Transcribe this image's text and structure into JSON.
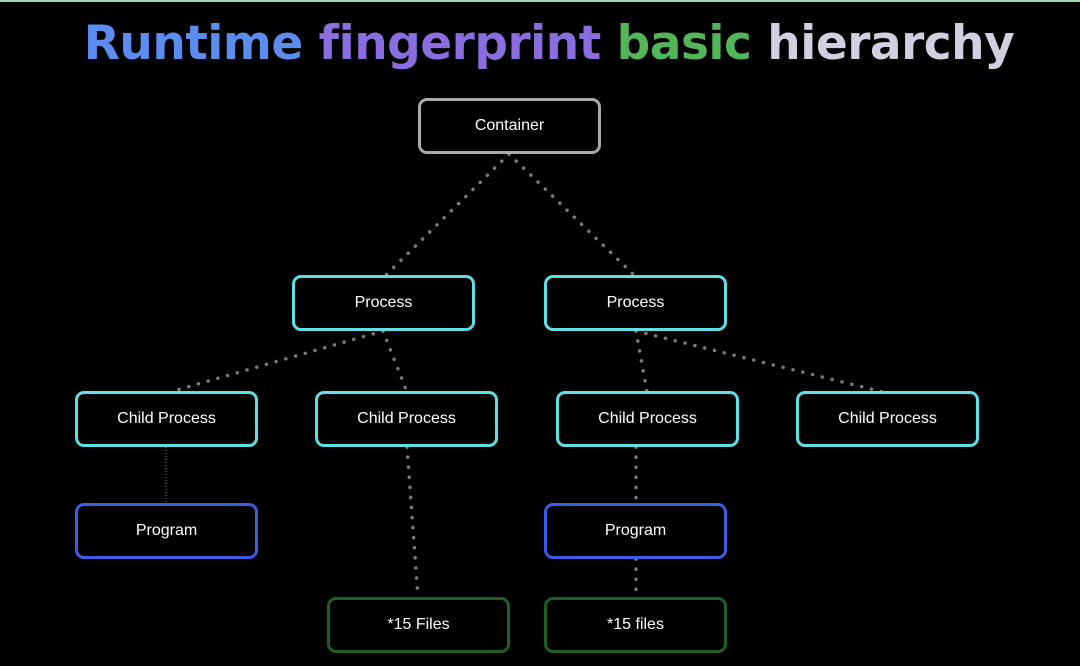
{
  "title": {
    "words": [
      {
        "text": "Runtime",
        "color": "#5b8cf0"
      },
      {
        "text": "fingerprint",
        "color": "#8a6ee0"
      },
      {
        "text": "basic",
        "color": "#52b558"
      },
      {
        "text": "hierarchy",
        "color": "#d4cfe0"
      }
    ]
  },
  "colors": {
    "container_border": "#a9a9a9",
    "process_border": "#5ee0e4",
    "program_border": "#3c5de6",
    "files_border": "#1f5f24",
    "edge": "#7a7a7a",
    "background": "#000000"
  },
  "nodes": {
    "container": "Container",
    "process_left": "Process",
    "process_right": "Process",
    "child_1": "Child Process",
    "child_2": "Child Process",
    "child_3": "Child Process",
    "child_4": "Child Process",
    "program_left": "Program",
    "program_right": "Program",
    "files_left": "*15 Files",
    "files_right": "*15 files"
  }
}
